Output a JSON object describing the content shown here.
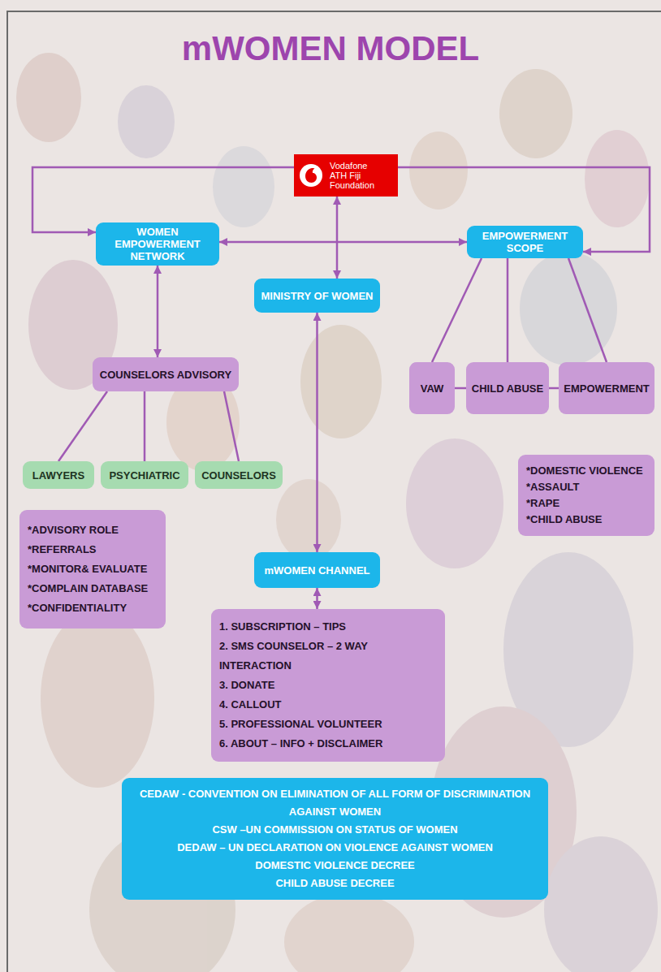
{
  "diagram": {
    "title": "mWOMEN MODEL",
    "nodes": [
      {
        "text": [
          "Vodafone ATH Fiji Foundation"
        ]
      },
      {
        "text": [
          "WOMEN EMPOWERMENT NETWORK"
        ]
      },
      {
        "text": [
          "EMPOWERMENT SCOPE"
        ]
      },
      {
        "text": [
          "MINISTRY OF WOMEN"
        ]
      },
      {
        "text": [
          "COUNSELORS ADVISORY"
        ]
      },
      {
        "text": [
          "VAW"
        ]
      },
      {
        "text": [
          "CHILD ABUSE"
        ]
      },
      {
        "text": [
          "EMPOWERMENT"
        ]
      },
      {
        "text": [
          "LAWYERS"
        ]
      },
      {
        "text": [
          "PSYCHIATRIC"
        ]
      },
      {
        "text": [
          "COUNSELORS"
        ]
      },
      {
        "text": [
          "*DOMESTIC VIOLENCE",
          "*ASSAULT",
          "*RAPE",
          "*CHILD ABUSE"
        ]
      },
      {
        "text": [
          "*ADVISORY ROLE",
          "*REFERRALS",
          "*MONITOR& EVALUATE",
          "*COMPLAIN DATABASE",
          "*CONFIDENTIALITY"
        ]
      },
      {
        "text": [
          "mWOMEN CHANNEL"
        ]
      },
      {
        "text": [
          "1. SUBSCRIPTION – TIPS",
          "2. SMS COUNSELOR – 2 WAY INTERACTION",
          "3. DONATE",
          "4. CALLOUT",
          "5. PROFESSIONAL VOLUNTEER",
          "6. ABOUT – INFO + DISCLAIMER"
        ]
      },
      {
        "text": [
          "CEDAW - CONVENTION ON ELIMINATION OF ALL FORM OF DISCRIMINATION AGAINST WOMEN",
          "CSW –UN COMMISSION ON STATUS OF WOMEN",
          "DEDAW – UN DECLARATION ON VIOLENCE AGAINST WOMEN",
          "DOMESTIC VIOLENCE DECREE",
          "CHILD ABUSE DECREE"
        ]
      }
    ],
    "edges": [
      {
        "from": 0,
        "to": 1,
        "arrow": "to"
      },
      {
        "from": 0,
        "to": 2,
        "arrow": "to"
      },
      {
        "from": 1,
        "to": 2,
        "arrow": "both"
      },
      {
        "from": 0,
        "to": 3,
        "arrow": "both"
      },
      {
        "from": 1,
        "to": 4,
        "arrow": "both"
      },
      {
        "from": 4,
        "to": 8,
        "arrow": "none"
      },
      {
        "from": 4,
        "to": 9,
        "arrow": "none"
      },
      {
        "from": 4,
        "to": 10,
        "arrow": "none"
      },
      {
        "from": 2,
        "to": 5,
        "arrow": "none"
      },
      {
        "from": 2,
        "to": 6,
        "arrow": "none"
      },
      {
        "from": 2,
        "to": 7,
        "arrow": "none"
      },
      {
        "from": 5,
        "to": 6,
        "arrow": "none"
      },
      {
        "from": 6,
        "to": 7,
        "arrow": "none"
      },
      {
        "from": 3,
        "to": 13,
        "arrow": "both"
      },
      {
        "from": 13,
        "to": 14,
        "arrow": "both"
      }
    ]
  }
}
